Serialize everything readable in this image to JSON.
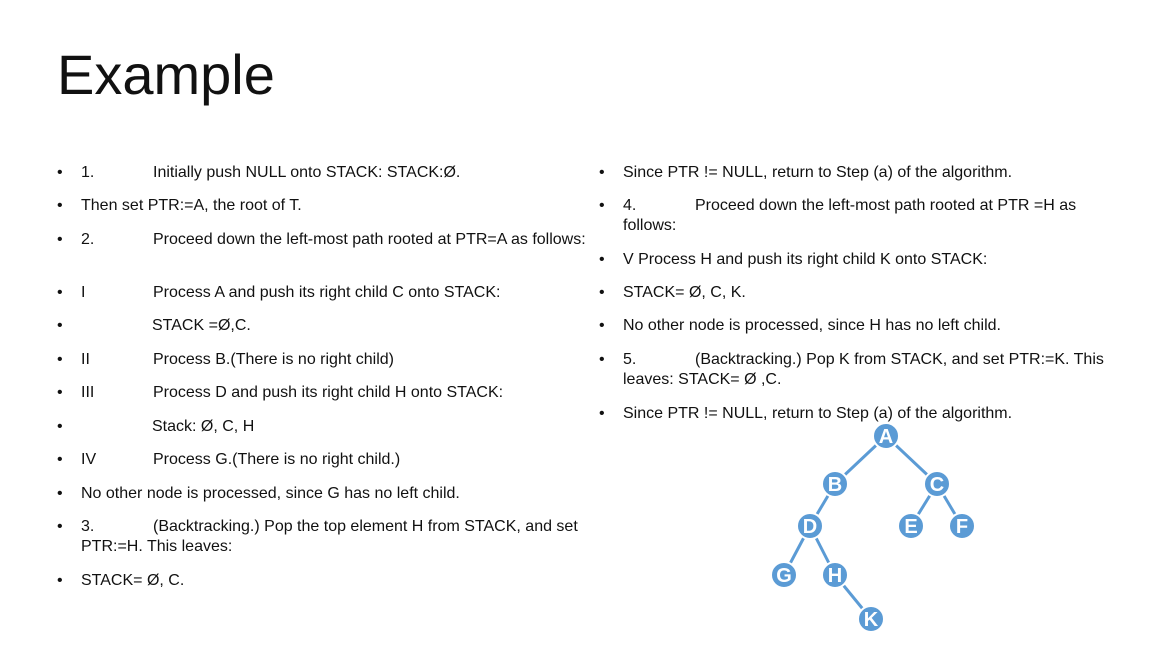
{
  "slide": {
    "title": "Example"
  },
  "left_items": [
    {
      "num": "1.",
      "text": "Initially push NULL onto STACK: STACK:Ø."
    },
    {
      "num": "",
      "text": "Then set PTR:=A, the root of T."
    },
    {
      "num": "2.",
      "text": "Proceed down the left-most path rooted at PTR=A as follows:"
    },
    {
      "num": "I",
      "text": "Process A and push its right child C onto STACK:"
    },
    {
      "num": "",
      "text": "STACK =Ø,C.",
      "indent": true
    },
    {
      "num": "II",
      "text": "Process B.(There is no right child)"
    },
    {
      "num": "III",
      "text": "Process D and push its right child H onto STACK:"
    },
    {
      "num": "",
      "text": "Stack:  Ø, C, H",
      "indent": true
    },
    {
      "num": "IV",
      "text": "Process G.(There is no right child.)"
    },
    {
      "num": "",
      "text": "No other node is processed, since G has no left child."
    },
    {
      "num": "3.",
      "text": "(Backtracking.) Pop the top element H from STACK, and set PTR:=H. This leaves:"
    },
    {
      "num": "",
      "text": "STACK= Ø, C."
    }
  ],
  "right_items": [
    {
      "num": "",
      "text": "Since PTR != NULL, return to Step (a) of the algorithm."
    },
    {
      "num": "4.",
      "text": "Proceed down the left-most path rooted at PTR =H as follows:"
    },
    {
      "num": "",
      "text": "V Process H and push its right child K onto STACK:"
    },
    {
      "num": "",
      "text": "STACK= Ø, C, K."
    },
    {
      "num": "",
      "text": "No other node is processed, since H has no left child."
    },
    {
      "num": "5.",
      "text": "(Backtracking.) Pop K from STACK, and set PTR:=K. This leaves: STACK= Ø ,C."
    },
    {
      "num": "",
      "text": "Since PTR != NULL, return to Step (a) of the algorithm."
    }
  ],
  "tree": {
    "node_color": "#5b9bd5",
    "node_stroke": "#ffffff",
    "edge_color": "#5b9bd5",
    "nodes": [
      {
        "id": "A",
        "label": "A"
      },
      {
        "id": "B",
        "label": "B"
      },
      {
        "id": "C",
        "label": "C"
      },
      {
        "id": "D",
        "label": "D"
      },
      {
        "id": "E",
        "label": "E"
      },
      {
        "id": "F",
        "label": "F"
      },
      {
        "id": "G",
        "label": "G"
      },
      {
        "id": "H",
        "label": "H"
      },
      {
        "id": "K",
        "label": "K"
      }
    ],
    "edges": [
      [
        "A",
        "B"
      ],
      [
        "A",
        "C"
      ],
      [
        "B",
        "D"
      ],
      [
        "C",
        "E"
      ],
      [
        "C",
        "F"
      ],
      [
        "D",
        "G"
      ],
      [
        "D",
        "H"
      ],
      [
        "H",
        "K"
      ]
    ]
  }
}
